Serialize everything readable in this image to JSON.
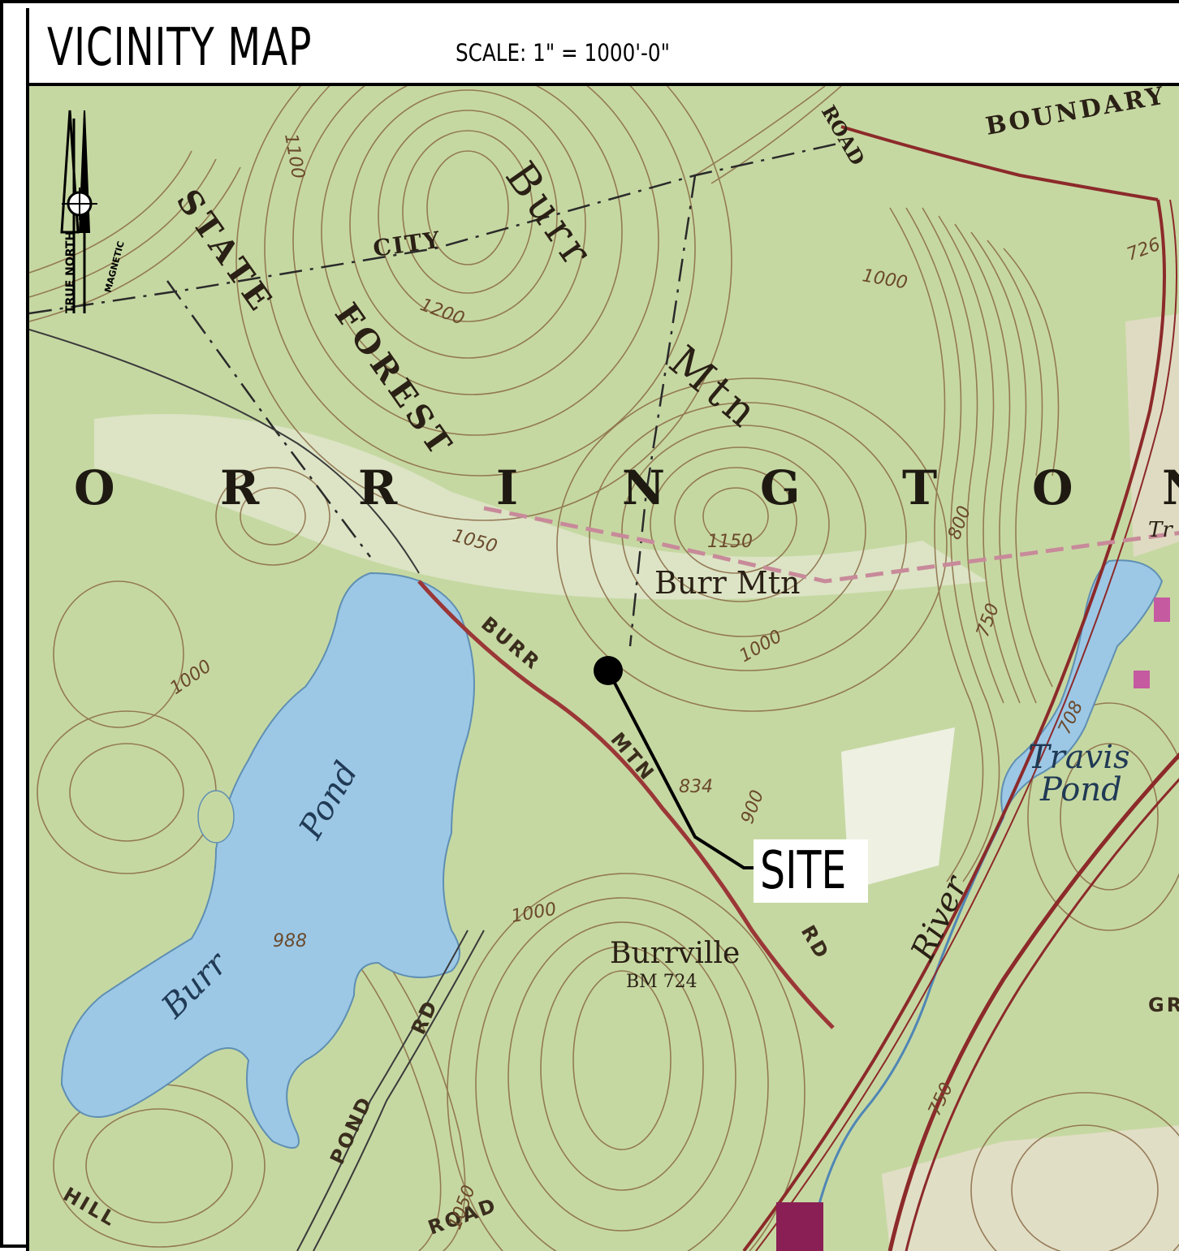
{
  "header": {
    "title": "VICINITY MAP",
    "scale": "SCALE: 1\" = 1000'-0\""
  },
  "north_arrow": {
    "true_label": "TRUE NORTH",
    "magnetic_label": "MAGNETIC"
  },
  "site_label": "SITE",
  "map_labels": {
    "state": "STATE",
    "forest": "FOREST",
    "city": "CITY",
    "boundary": "BOUNDARY",
    "road_top": "ROAD",
    "burr": "Burr",
    "mtn": "Mtn",
    "burr_mtn": "Burr Mtn",
    "town_letters": [
      "O",
      "R",
      "R",
      "I",
      "N",
      "G",
      "T",
      "O",
      "N"
    ],
    "travis": "Travis",
    "pond": "Pond",
    "river": "River",
    "burr_pond_burr": "Burr",
    "burr_pond_pond": "Pond",
    "burrville": "Burrville",
    "bm": "BM 724",
    "burr_road": "BURR",
    "mtn_road": "MTN",
    "rd": "RD",
    "pond_road": "POND",
    "rd2": "RD",
    "road_bottom": "ROAD",
    "hill": "HILL",
    "gr": "GR",
    "tr": "Tr"
  },
  "contours": {
    "c1100": "1100",
    "c1200": "1200",
    "c1000a": "1000",
    "c1050": "1050",
    "c1150": "1150",
    "c1000b": "1000",
    "c800": "800",
    "c750": "750",
    "c900": "900",
    "c834": "834",
    "c1000c": "1000",
    "c1000d": "1000",
    "c988": "988",
    "c708": "708",
    "c726": "726",
    "c1050b": "1050",
    "c750b": "750"
  },
  "colors": {
    "land": "#c9d9a6",
    "forest_green": "#b9d29a",
    "contour": "#8a6a45",
    "water": "#9cc8e6",
    "road_red": "#8c2a2a",
    "border": "#000000"
  }
}
